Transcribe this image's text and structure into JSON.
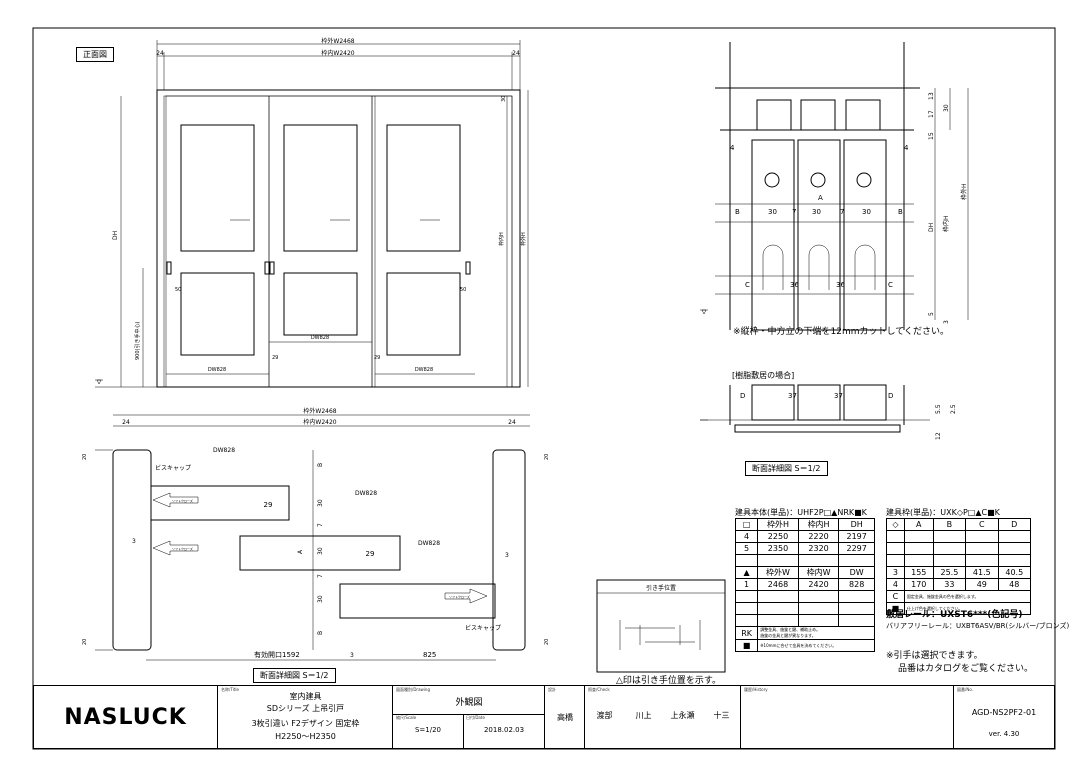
{
  "views": {
    "front_label": "正面図",
    "section_label_top": "断面詳細図 S＝1/2",
    "section_label_bottom": "断面詳細図 S＝1/2",
    "resin_label": "[樹脂敷居の場合]",
    "pull_position_label": "引き手位置",
    "pull_position_note": "△印は引き手位置を示す。",
    "cut_note": "※縦枠・中方立の下端を12mmカットしてください。"
  },
  "dims": {
    "frame_outer_w": "枠外W2468",
    "frame_inner_w": "枠内W2420",
    "side_24": "24",
    "dw": "DW828",
    "dh": "DH",
    "frame_inner_h": "枠内H",
    "frame_outer_h": "枠外H",
    "pull_height": "900(引き手中心)",
    "d50": "50",
    "d29": "29",
    "d30": "30",
    "d20": "20",
    "d3": "3",
    "d7": "7",
    "d4": "4",
    "d36": "36",
    "d37": "37",
    "d13": "13",
    "d17": "17",
    "d15": "15",
    "d5": "5",
    "d12": "12",
    "d55": "5.5",
    "d25": "2.5",
    "ga": "A",
    "gb": "B",
    "gc": "C",
    "gd": "D",
    "screw_cap": "ビスキャップ",
    "soft_close": "ソフトクローズ",
    "effective_opening": "有効開口1592",
    "d825": "825",
    "d3b": "3",
    "d30v": "30"
  },
  "table1": {
    "title": "建具本体(単品)：UHF2P□▲NRK■K",
    "head": [
      "□",
      "枠外H",
      "枠内H",
      "DH"
    ],
    "rows": [
      [
        "4",
        "2250",
        "2220",
        "2197"
      ],
      [
        "5",
        "2350",
        "2320",
        "2297"
      ]
    ],
    "head2": [
      "▲",
      "枠外W",
      "枠内W",
      "DW"
    ],
    "rows2": [
      [
        "1",
        "2468",
        "2420",
        "828"
      ]
    ],
    "rk_label": "RK",
    "rk_note1": "調整金具、施錠と鍵、補助止め。",
    "rk_note2": "施錠の金具と鍵が異なります。",
    "sq_label": "■",
    "sq_note": "※10mmに合せて金具を決めてください。"
  },
  "table2": {
    "title": "建具枠(単品)：UXK◇P□▲C■K",
    "head": [
      "◇",
      "A",
      "B",
      "C",
      "D"
    ],
    "rows": [
      [
        "3",
        "155",
        "25.5",
        "41.5",
        "40.5"
      ],
      [
        "4",
        "170",
        "33",
        "49",
        "48"
      ]
    ],
    "c_label": "C",
    "c_note": "固定金具、施錠金具の色を選択します。",
    "sq_label": "■",
    "sq_note": "仕上げ色を選択してください。",
    "rail_label": "敷居レール：UXST6***(色記号)",
    "barrier_label": "バリアフリーレール：UXBT6ASV/BR(シルバー/ブロンズ)",
    "select_note": "※引手は選択できます。",
    "catalog_note": "品番はカタログをご覧ください。"
  },
  "title_block": {
    "logo": "NASLUCK",
    "name_hdr": "名称/Title",
    "name1": "室内建具",
    "name2": "SDシリーズ 上吊引戸",
    "name3": "3枚引違い F2デザイン 固定枠",
    "name4": "H2250～H2350",
    "drawing_hdr": "図面種別/Drawing",
    "drawing": "外観図",
    "scale_hdr": "縮尺/Scale",
    "scale": "S=1/20",
    "date_hdr": "日付/Date",
    "date": "2018.02.03",
    "designer_hdr": "設計",
    "designer": "高橋",
    "check_hdr": "照査/Check",
    "check1": "渡部",
    "check2": "川上",
    "check3": "上永瀬",
    "check4": "十三",
    "history_hdr": "履歴/History",
    "number_hdr": "図番/No.",
    "number": "AGD-NS2PF2-01",
    "version": "ver. 4.30"
  }
}
